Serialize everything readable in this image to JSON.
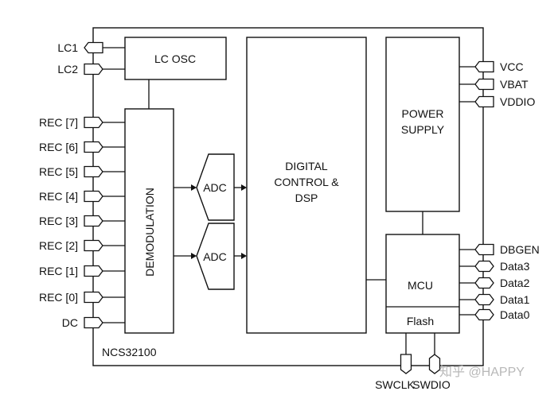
{
  "chip": {
    "name": "NCS32100"
  },
  "blocks": {
    "lc_osc": "LC OSC",
    "demodulation": "DEMODULATION",
    "adc_top": "ADC",
    "adc_bottom": "ADC",
    "digital_line1": "DIGITAL",
    "digital_line2": "CONTROL &",
    "digital_line3": "DSP",
    "power_line1": "POWER",
    "power_line2": "SUPPLY",
    "mcu": "MCU",
    "flash": "Flash"
  },
  "pins_left": [
    {
      "label": "LC1",
      "style": "input"
    },
    {
      "label": "LC2",
      "style": "output"
    },
    {
      "label": "REC [7]",
      "style": "output"
    },
    {
      "label": "REC [6]",
      "style": "output"
    },
    {
      "label": "REC [5]",
      "style": "output"
    },
    {
      "label": "REC [4]",
      "style": "output"
    },
    {
      "label": "REC [3]",
      "style": "output"
    },
    {
      "label": "REC [2]",
      "style": "output"
    },
    {
      "label": "REC [1]",
      "style": "output"
    },
    {
      "label": "REC [0]",
      "style": "output"
    },
    {
      "label": "DC",
      "style": "output"
    }
  ],
  "pins_right": [
    {
      "label": "VCC",
      "style": "input"
    },
    {
      "label": "VBAT",
      "style": "input"
    },
    {
      "label": "VDDIO",
      "style": "input"
    },
    {
      "label": "DBGEN",
      "style": "input"
    },
    {
      "label": "Data3",
      "style": "bidir"
    },
    {
      "label": "Data2",
      "style": "bidir"
    },
    {
      "label": "Data1",
      "style": "bidir"
    },
    {
      "label": "Data0",
      "style": "bidir"
    }
  ],
  "pins_bottom": [
    {
      "label": "SWCLK",
      "style": "input"
    },
    {
      "label": "SWDIO",
      "style": "bidir"
    }
  ],
  "watermark": "知乎 @HAPPY"
}
